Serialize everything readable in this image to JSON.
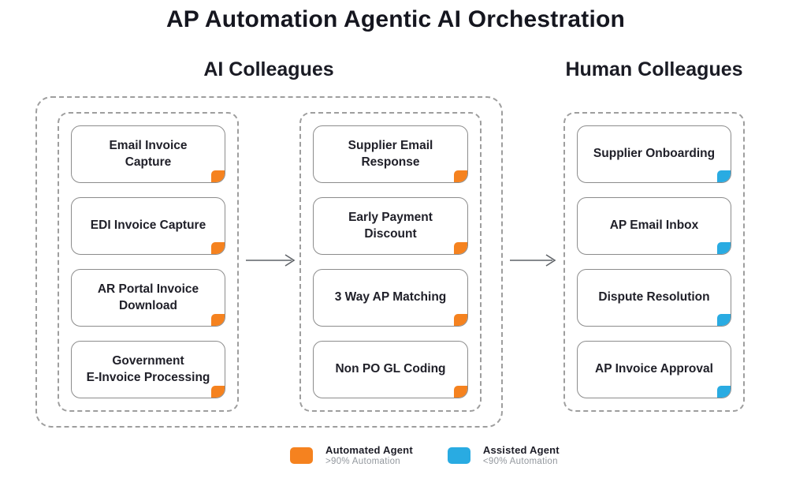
{
  "title": "AP Automation Agentic AI Orchestration",
  "sections": {
    "ai": {
      "label": "AI Colleagues",
      "groups": [
        {
          "items": [
            {
              "label": "Email Invoice\nCapture"
            },
            {
              "label": "EDI Invoice Capture"
            },
            {
              "label": "AR Portal Invoice\nDownload"
            },
            {
              "label": "Government\nE-Invoice Processing"
            }
          ]
        },
        {
          "items": [
            {
              "label": "Supplier Email\nResponse"
            },
            {
              "label": "Early Payment\nDiscount"
            },
            {
              "label": "3 Way AP Matching"
            },
            {
              "label": "Non PO GL Coding"
            }
          ]
        }
      ]
    },
    "human": {
      "label": "Human Colleagues",
      "items": [
        {
          "label": "Supplier Onboarding"
        },
        {
          "label": "AP Email Inbox"
        },
        {
          "label": "Dispute Resolution"
        },
        {
          "label": "AP Invoice Approval"
        }
      ]
    }
  },
  "legend": [
    {
      "label": "Automated Agent",
      "sublabel": ">90% Automation",
      "color": "#F5821F"
    },
    {
      "label": "Assisted Agent",
      "sublabel": "<90% Automation",
      "color": "#29ABE2"
    }
  ],
  "colors": {
    "automated_accent": "#F5821F",
    "assisted_accent": "#29ABE2",
    "arrow": "#5f6368"
  }
}
